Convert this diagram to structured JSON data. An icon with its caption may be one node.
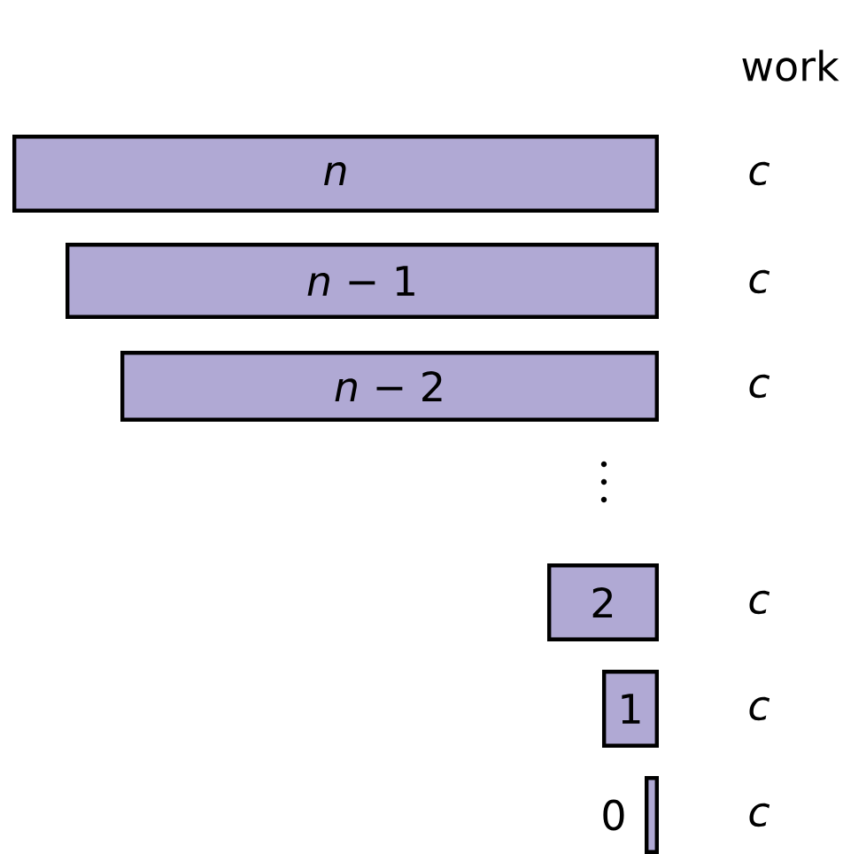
{
  "diagram": {
    "nodes": [
      {
        "text": [
          "n"
        ]
      },
      {
        "text": [
          "*n* − 1"
        ]
      },
      {
        "text": [
          "*n* − 2"
        ]
      },
      {
        "text": [
          "2"
        ]
      },
      {
        "text": [
          "1"
        ]
      },
      {
        "text": [],
        "shape": "bar",
        "beside": [
          "0"
        ]
      }
    ],
    "labels": [
      "work",
      "c",
      "c",
      "c",
      "c",
      "c",
      "c"
    ]
  }
}
